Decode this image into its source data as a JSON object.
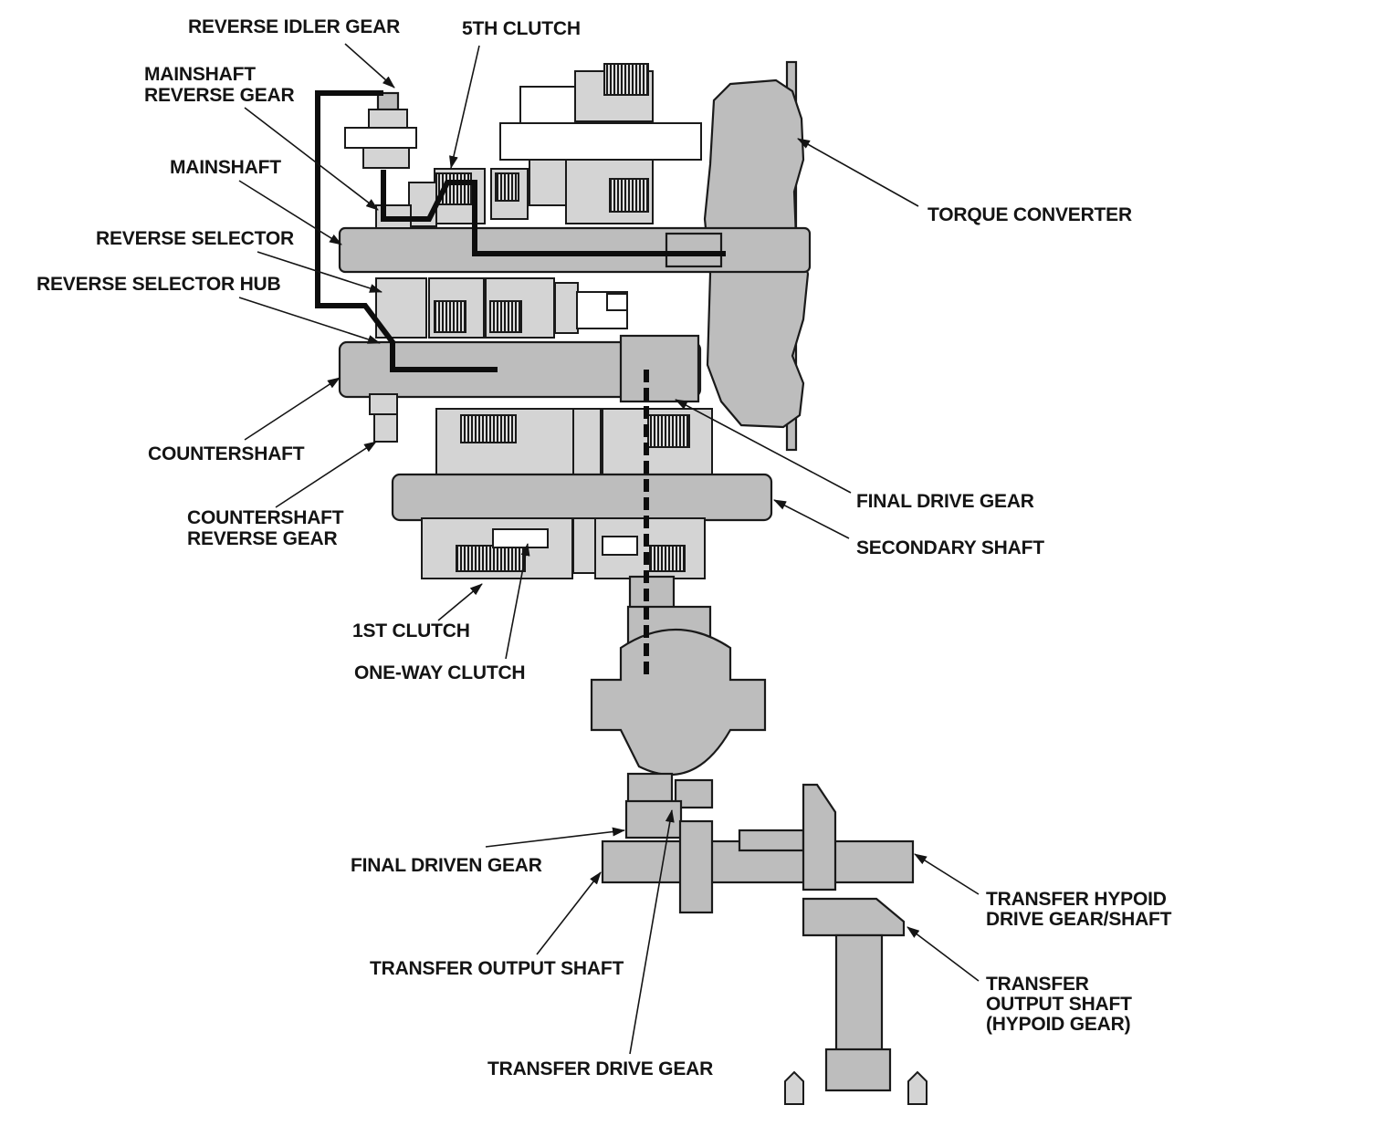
{
  "labels": {
    "reverse_idler_gear": "REVERSE IDLER GEAR",
    "fifth_clutch": "5TH CLUTCH",
    "mainshaft_reverse_gear_1": "MAINSHAFT",
    "mainshaft_reverse_gear_2": "REVERSE GEAR",
    "mainshaft": "MAINSHAFT",
    "reverse_selector": "REVERSE SELECTOR",
    "reverse_selector_hub": "REVERSE SELECTOR HUB",
    "countershaft": "COUNTERSHAFT",
    "countershaft_reverse_gear_1": "COUNTERSHAFT",
    "countershaft_reverse_gear_2": "REVERSE GEAR",
    "first_clutch": "1ST CLUTCH",
    "one_way_clutch": "ONE-WAY CLUTCH",
    "torque_converter": "TORQUE CONVERTER",
    "final_drive_gear": "FINAL DRIVE GEAR",
    "secondary_shaft": "SECONDARY SHAFT",
    "final_driven_gear": "FINAL DRIVEN GEAR",
    "transfer_output_shaft": "TRANSFER OUTPUT SHAFT",
    "transfer_drive_gear": "TRANSFER DRIVE GEAR",
    "transfer_hypoid_drive_1": "TRANSFER HYPOID",
    "transfer_hypoid_drive_2": "DRIVE GEAR/SHAFT",
    "transfer_output_hypoid_1": "TRANSFER",
    "transfer_output_hypoid_2": "OUTPUT SHAFT",
    "transfer_output_hypoid_3": "(HYPOID GEAR)"
  },
  "colors": {
    "part_fill": "#bdbdbd",
    "ink": "#141414",
    "background": "#ffffff"
  }
}
